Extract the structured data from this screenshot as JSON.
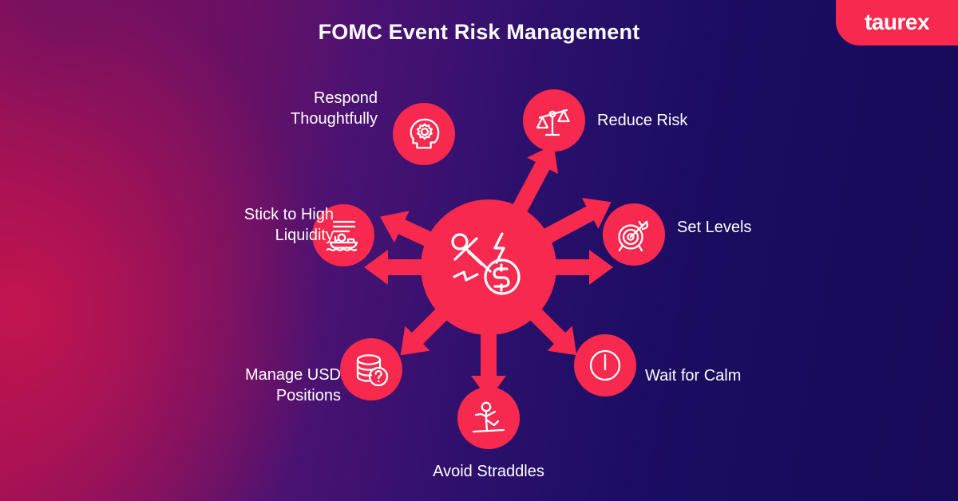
{
  "brand": {
    "logo_text": "taurex",
    "badge_color": "#f7294f",
    "text_color": "#ffffff"
  },
  "header": {
    "title": "FOMC Event Risk Management",
    "title_color": "#ffffff"
  },
  "theme": {
    "background_left": "#a4104f",
    "background_right": "#170a58",
    "accent": "#f7294f",
    "icon_stroke": "#ffffff",
    "label_color": "#ffffff"
  },
  "diagram": {
    "type": "hub-and-spoke",
    "hub": {
      "icon": "gavel-dollar-impact-icon",
      "label": ""
    },
    "spoke_count": 8,
    "nodes": [
      {
        "id": "respond",
        "label": "Respond\nThoughtfully",
        "icon": "head-gear-icon",
        "label_align": "right",
        "angle_deg": 292
      },
      {
        "id": "reduce",
        "label": "Reduce Risk",
        "icon": "balance-scales-icon",
        "label_align": "left",
        "angle_deg": 315
      },
      {
        "id": "levels",
        "label": "Set Levels",
        "icon": "target-arrow-icon",
        "label_align": "left",
        "angle_deg": 0
      },
      {
        "id": "calm",
        "label": "Wait for Calm",
        "icon": "clock-timer-icon",
        "label_align": "left",
        "angle_deg": 45
      },
      {
        "id": "straddle",
        "label": "Avoid Straddles",
        "icon": "balancing-person-icon",
        "label_align": "center",
        "angle_deg": 90
      },
      {
        "id": "usd",
        "label": "Manage USD\nPositions",
        "icon": "coin-stack-question-icon",
        "label_align": "right",
        "angle_deg": 135
      },
      {
        "id": "liquid",
        "label": "Stick to High\nLiquidity",
        "icon": "boat-waves-icon",
        "label_align": "right",
        "angle_deg": 180
      }
    ]
  }
}
